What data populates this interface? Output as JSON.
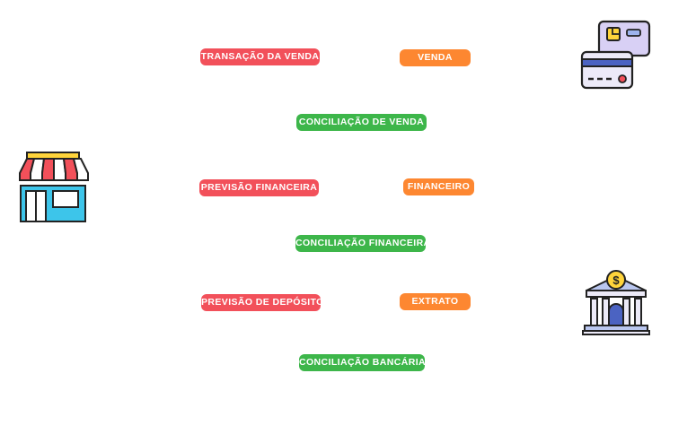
{
  "labels": {
    "sale_transaction": "TRANSAÇÃO DA VENDA",
    "sale": "VENDA",
    "sale_reconciliation": "CONCILIAÇÃO DE VENDA",
    "financial_forecast": "PREVISÃO FINANCEIRA",
    "financial": "FINANCEIRO",
    "financial_reconciliation": "CONCILIAÇÃO FINANCEIRA",
    "deposit_forecast": "PREVISÃO DE DEPÓSITO",
    "statement": "EXTRATO",
    "bank_reconciliation": "CONCILIAÇÃO BANCÁRIA"
  },
  "icons": {
    "store": "store-icon",
    "cards": "credit-cards-icon",
    "bank": "bank-icon"
  },
  "colors": {
    "red": "#f2505a",
    "orange": "#fd8731",
    "green": "#3db64a"
  }
}
